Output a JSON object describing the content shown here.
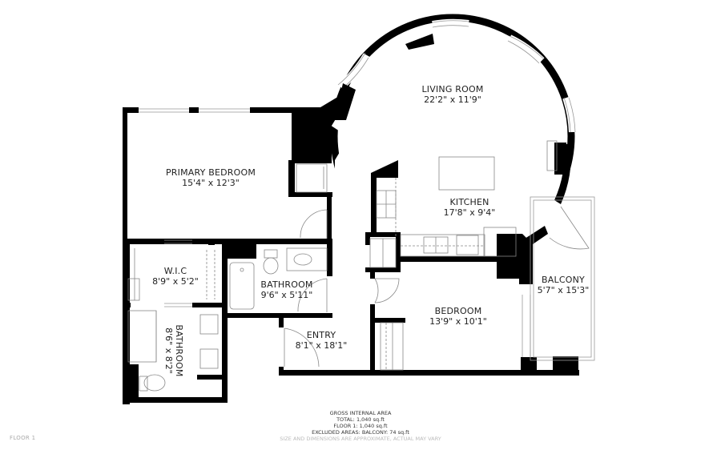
{
  "floor_label": "FLOOR 1",
  "rooms": {
    "living_room": {
      "name": "LIVING ROOM",
      "dims": "22'2\" x 11'9\""
    },
    "kitchen": {
      "name": "KITCHEN",
      "dims": "17'8\" x 9'4\""
    },
    "primary_bedroom": {
      "name": "PRIMARY BEDROOM",
      "dims": "15'4\" x 12'3\""
    },
    "wic": {
      "name": "W.I.C",
      "dims": "8'9\" x 5'2\""
    },
    "bathroom_1": {
      "name": "BATHROOM",
      "dims": "9'6\" x 5'11\""
    },
    "bathroom_2": {
      "name": "BATHROOM",
      "dims": "8'6\" x 8'2\""
    },
    "entry": {
      "name": "ENTRY",
      "dims": "8'1\" x 18'1\""
    },
    "bedroom": {
      "name": "BEDROOM",
      "dims": "13'9\" x 10'1\""
    },
    "balcony": {
      "name": "BALCONY",
      "dims": "5'7\" x 15'3\""
    }
  },
  "area_summary": {
    "heading": "GROSS INTERNAL AREA",
    "total": "TOTAL: 1,040 sq.ft",
    "floor_1": "FLOOR 1: 1,040 sq.ft",
    "excluded": "EXCLUDED AREAS: BALCONY: 74 sq.ft",
    "disclaimer": "SIZE AND DIMENSIONS ARE APPROXIMATE, ACTUAL MAY VARY"
  },
  "colors": {
    "wall": "#000000",
    "line": "#888888",
    "background": "#ffffff"
  }
}
